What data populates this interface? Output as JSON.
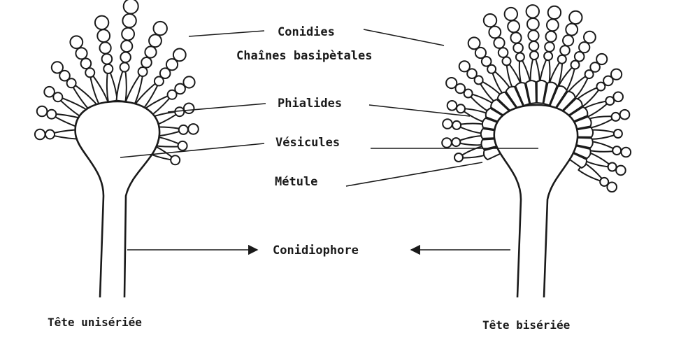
{
  "labels": {
    "conidies": "Conidies",
    "chaines": "Chaînes basipètales",
    "phialides": "Phialides",
    "vesicules": "Vésicules",
    "metule": "Métule",
    "conidiophore": "Conidiophore"
  },
  "captions": {
    "left": "Tête unisériée",
    "right": "Tête bisériée"
  },
  "colors": {
    "ink": "#1a1a1a",
    "background": "#ffffff"
  }
}
